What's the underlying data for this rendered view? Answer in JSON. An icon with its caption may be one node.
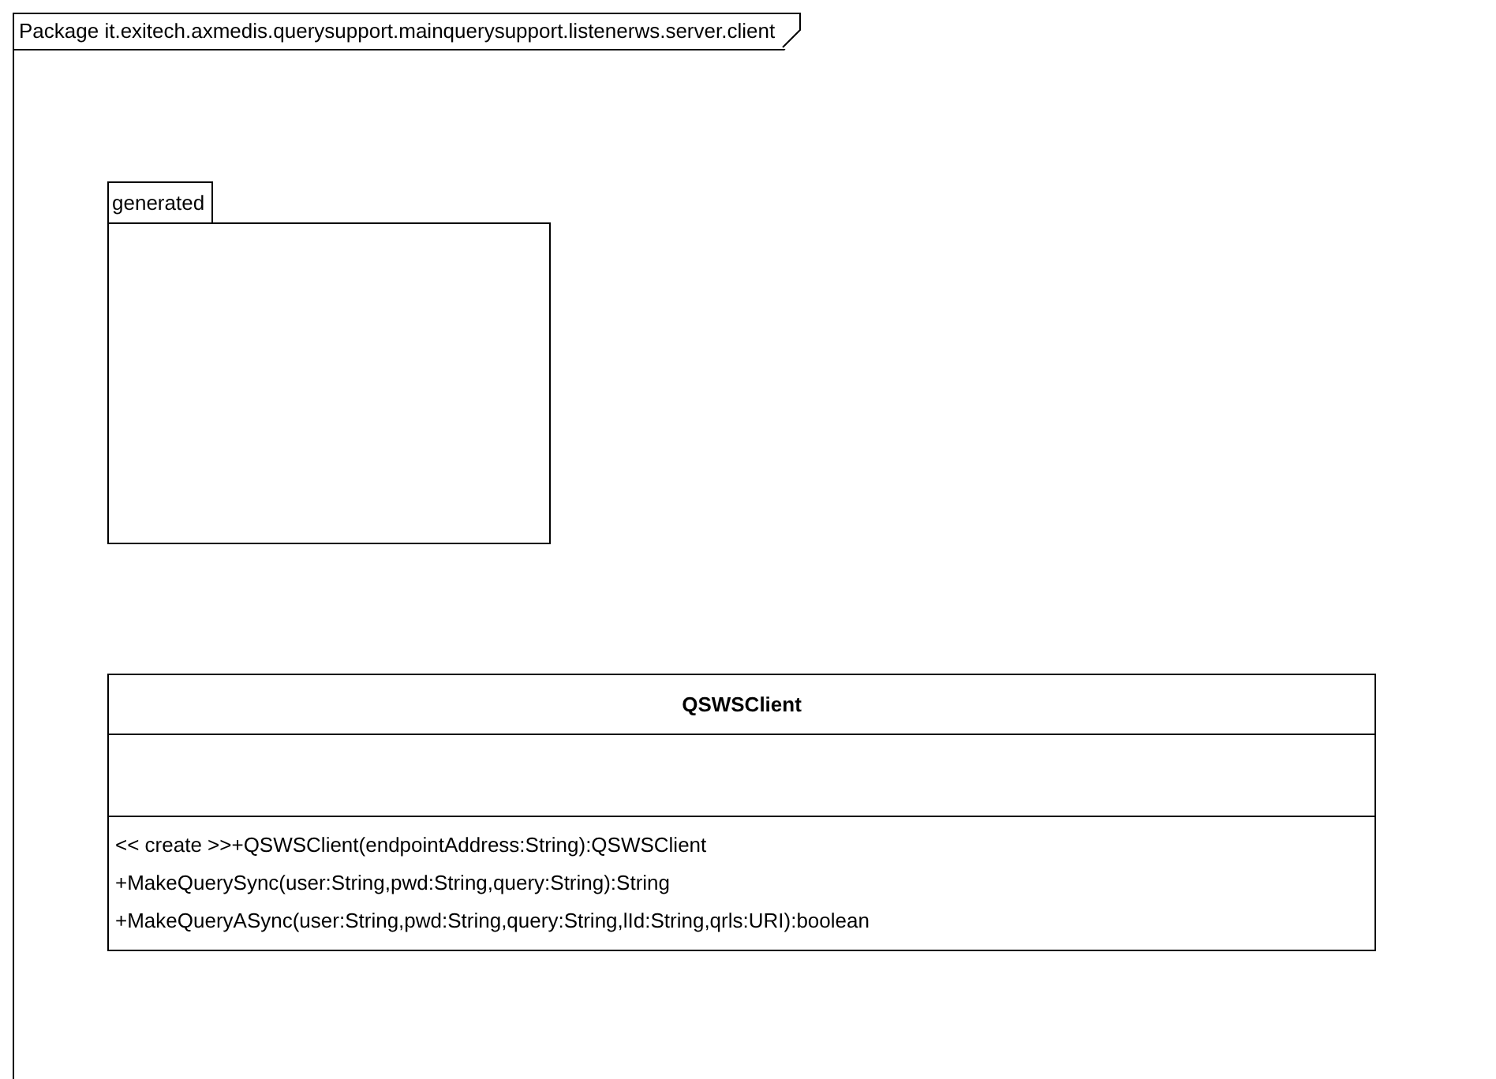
{
  "diagram": {
    "nodes": [
      {
        "text": [
          "Package it.exitech.axmedis.querysupport.mainquerysupport.listenerws.server.client"
        ]
      },
      {
        "text": [
          "generated"
        ],
        "in": 0
      },
      {
        "text": [
          "QSWSClient",
          "<< create >>+QSWSClient(endpointAddress:String):QSWSClient",
          "+MakeQuerySync(user:String,pwd:String,query:String):String",
          "+MakeQueryASync(user:String,pwd:String,query:String,lId:String,qrls:URI):boolean"
        ],
        "in": 0
      }
    ]
  }
}
